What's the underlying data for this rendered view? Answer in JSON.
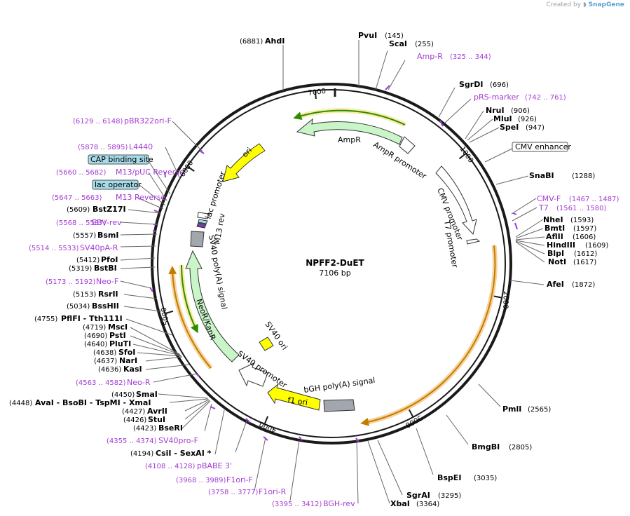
{
  "credit": {
    "prefix": "Created by",
    "brand": "SnapGene"
  },
  "map": {
    "name": "NPFF2-DuET",
    "length_label": "7106 bp",
    "length": 7106,
    "tick_labels": [
      "1000",
      "2000",
      "3000",
      "4000",
      "5000",
      "6000",
      "7000"
    ]
  },
  "colors": {
    "backbone": "#1a1a1a",
    "site": "#000000",
    "primer": "#a43bd3",
    "ampR": "#c9f5c9",
    "neoR": "#c9f5c9",
    "origin": "#ffff00",
    "promoter": "#ffffff",
    "terminator": "#a2a7ad",
    "operator": "#a6dbea",
    "orf_highlight": "#f5c987",
    "orf_line_green": "#2e8b00",
    "orf_line_orange": "#c47c00"
  },
  "sites": [
    {
      "pos": "(6881)",
      "name": "AhdI"
    },
    {
      "pos": "(145)",
      "name": "PvuI"
    },
    {
      "pos": "(255)",
      "name": "ScaI"
    },
    {
      "pos": "(696)",
      "name": "SgrDI"
    },
    {
      "pos": "(906)",
      "name": "NruI"
    },
    {
      "pos": "(926)",
      "name": "MluI"
    },
    {
      "pos": "(947)",
      "name": "SpeI"
    },
    {
      "pos": "(1288)",
      "name": "SnaBI"
    },
    {
      "pos": "(1593)",
      "name": "NheI"
    },
    {
      "pos": "(1597)",
      "name": "BmtI"
    },
    {
      "pos": "(1606)",
      "name": "AflII"
    },
    {
      "pos": "(1609)",
      "name": "HindIII"
    },
    {
      "pos": "(1612)",
      "name": "BlpI"
    },
    {
      "pos": "(1617)",
      "name": "NotI"
    },
    {
      "pos": "(1872)",
      "name": "AfeI"
    },
    {
      "pos": "(2565)",
      "name": "PmlI"
    },
    {
      "pos": "(2805)",
      "name": "BmgBI"
    },
    {
      "pos": "(3035)",
      "name": "BspEI"
    },
    {
      "pos": "(3295)",
      "name": "SgrAI"
    },
    {
      "pos": "(3364)",
      "name": "XbaI"
    },
    {
      "pos": "(5609)",
      "name": "BstZ17I"
    },
    {
      "pos": "(5557)",
      "name": "BsmI"
    },
    {
      "pos": "(5412)",
      "name": "PfoI"
    },
    {
      "pos": "(5319)",
      "name": "BstBI"
    },
    {
      "pos": "(5153)",
      "name": "RsrII"
    },
    {
      "pos": "(5034)",
      "name": "BssHII"
    },
    {
      "pos": "(4755)",
      "name": "PflFI - Tth111I"
    },
    {
      "pos": "(4719)",
      "name": "MscI"
    },
    {
      "pos": "(4690)",
      "name": "PstI"
    },
    {
      "pos": "(4640)",
      "name": "PluTI"
    },
    {
      "pos": "(4638)",
      "name": "SfoI"
    },
    {
      "pos": "(4637)",
      "name": "NarI"
    },
    {
      "pos": "(4636)",
      "name": "KasI"
    },
    {
      "pos": "(4450)",
      "name": "SmaI"
    },
    {
      "pos": "(4448)",
      "name": "AvaI - BsoBI - TspMI - XmaI"
    },
    {
      "pos": "(4427)",
      "name": "AvrII"
    },
    {
      "pos": "(4426)",
      "name": "StuI"
    },
    {
      "pos": "(4423)",
      "name": "BseRI"
    },
    {
      "pos": "(4194)",
      "name": "CsiI - SexAI *"
    }
  ],
  "primers": [
    {
      "name": "Amp-R",
      "range": "(325 .. 344)"
    },
    {
      "name": "pRS-marker",
      "range": "(742 .. 761)"
    },
    {
      "name": "CMV-F",
      "range": "(1467 .. 1487)"
    },
    {
      "name": "T7",
      "range": "(1561 .. 1580)"
    },
    {
      "name": "pBR322ori-F",
      "range": "(6129 .. 6148)"
    },
    {
      "name": "L4440",
      "range": "(5878 .. 5895)"
    },
    {
      "name": "M13/pUC Reverse",
      "range": "(5660 .. 5682)"
    },
    {
      "name": "M13 Reverse",
      "range": "(5647 .. 5663)"
    },
    {
      "name": "EBV-rev",
      "range": "(5568 .. 5587)"
    },
    {
      "name": "SV40pA-R",
      "range": "(5514 .. 5533)"
    },
    {
      "name": "Neo-F",
      "range": "(5173 .. 5192)"
    },
    {
      "name": "Neo-R",
      "range": "(4563 .. 4582)"
    },
    {
      "name": "SV40pro-F",
      "range": "(4355 .. 4374)"
    },
    {
      "name": "pBABE 3'",
      "range": "(4108 .. 4128)"
    },
    {
      "name": "F1ori-F",
      "range": "(3968 .. 3989)"
    },
    {
      "name": "F1ori-R",
      "range": "(3758 .. 3777)"
    },
    {
      "name": "BGH-rev",
      "range": "(3395 .. 3412)"
    }
  ],
  "boxed_features": [
    {
      "name": "CMV enhancer"
    },
    {
      "name": "CAP binding site"
    },
    {
      "name": "lac operator"
    }
  ],
  "features": [
    {
      "name": "AmpR"
    },
    {
      "name": "AmpR promoter"
    },
    {
      "name": "CMV promoter"
    },
    {
      "name": "T7 promoter"
    },
    {
      "name": "ori"
    },
    {
      "name": "lac promoter"
    },
    {
      "name": "M13 rev"
    },
    {
      "name": "SV40 poly(A) signal"
    },
    {
      "name": "NeoR/KanR"
    },
    {
      "name": "SV40 ori"
    },
    {
      "name": "SV40 promoter"
    },
    {
      "name": "f1 ori"
    },
    {
      "name": "bGH poly(A) signal"
    }
  ]
}
